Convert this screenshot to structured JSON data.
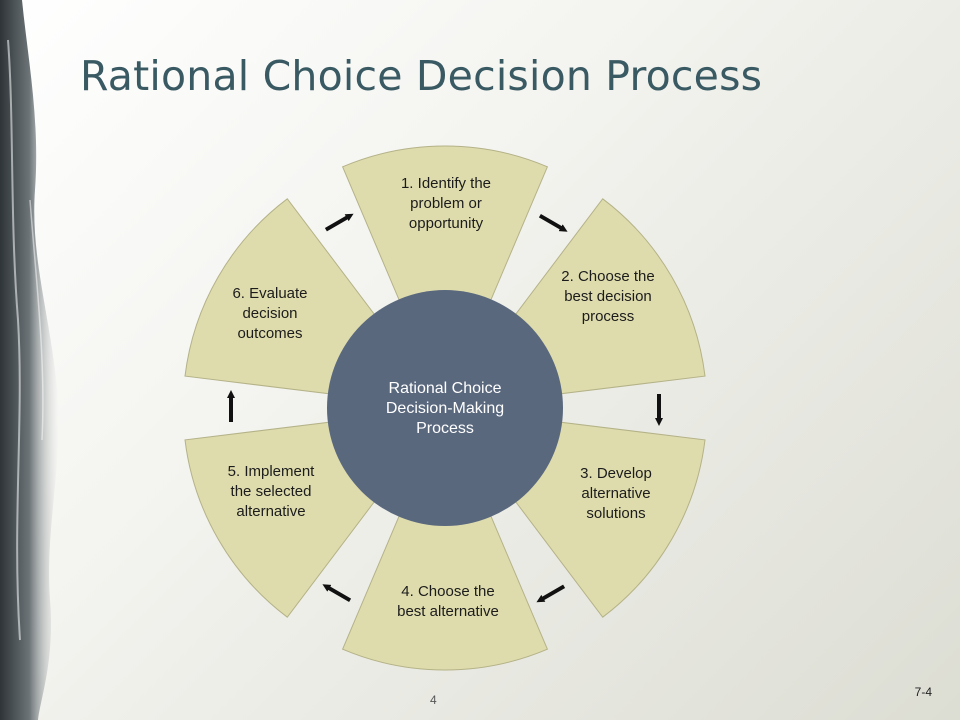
{
  "slide": {
    "title": "Rational Choice Decision Process",
    "page_number": "4",
    "slide_code": "7-4"
  },
  "diagram": {
    "center_lines": [
      "Rational Choice",
      "Decision-Making",
      "Process"
    ],
    "steps": [
      {
        "lines": [
          "1. Identify the",
          "problem or",
          "opportunity"
        ]
      },
      {
        "lines": [
          "2. Choose the",
          "best decision",
          "process"
        ]
      },
      {
        "lines": [
          "3. Develop",
          "alternative",
          "solutions"
        ]
      },
      {
        "lines": [
          "4. Choose the",
          "best alternative"
        ]
      },
      {
        "lines": [
          "5. Implement",
          "the selected",
          "alternative"
        ]
      },
      {
        "lines": [
          "6. Evaluate",
          "decision",
          "outcomes"
        ]
      }
    ],
    "colors": {
      "segment_fill": "#dedcad",
      "segment_stroke": "#b4b287",
      "hub_fill": "#5a687e",
      "arrow": "#111111",
      "title": "#3a5a63"
    }
  }
}
